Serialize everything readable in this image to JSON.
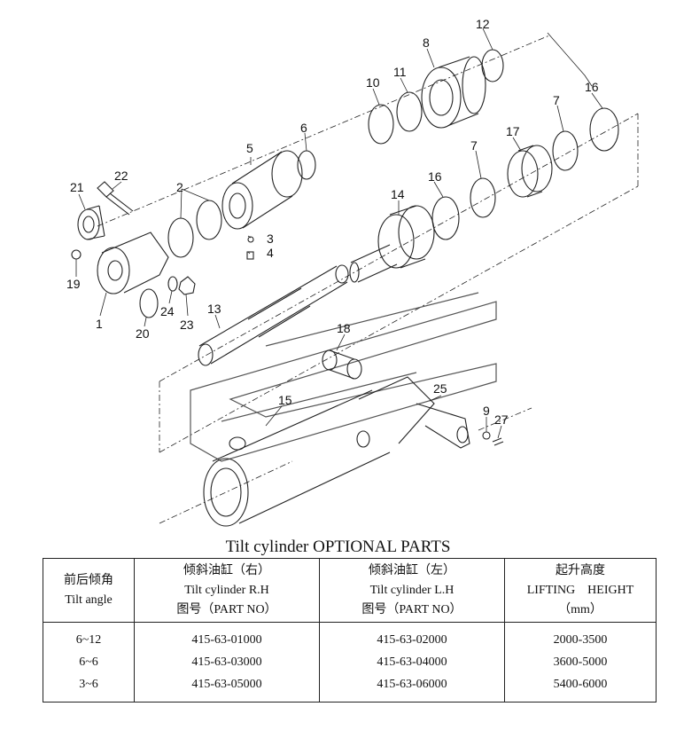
{
  "callouts": {
    "c1": "1",
    "c2": "2",
    "c3": "3",
    "c4": "4",
    "c5": "5",
    "c6": "6",
    "c7": "7",
    "c8": "8",
    "c9": "9",
    "c10": "10",
    "c11": "11",
    "c12": "12",
    "c13": "13",
    "c14": "14",
    "c15": "15",
    "c16": "16",
    "c17": "17",
    "c18": "18",
    "c19": "19",
    "c20": "20",
    "c21": "21",
    "c22": "22",
    "c23": "23",
    "c24": "24",
    "c25": "25",
    "c27": "27"
  },
  "title": "Tilt cylinder OPTIONAL PARTS",
  "table": {
    "header": {
      "col1_cn": "前后倾角",
      "col1_en": "Tilt angle",
      "col2_cn": "倾斜油缸（右）",
      "col2_en": "Tilt cylinder R.H",
      "col2_part": "图号（PART NO）",
      "col3_cn": "倾斜油缸（左）",
      "col3_en": "Tilt cylinder L.H",
      "col3_part": "图号（PART NO）",
      "col4_cn": "起升高度",
      "col4_en": "LIFTING    HEIGHT",
      "col4_unit": "（mm）"
    },
    "rows": [
      {
        "angle": "6~12",
        "rh": "415-63-01000",
        "lh": "415-63-02000",
        "height": "2000-3500"
      },
      {
        "angle": "6~6",
        "rh": "415-63-03000",
        "lh": "415-63-04000",
        "height": "3600-5000"
      },
      {
        "angle": "3~6",
        "rh": "415-63-05000",
        "lh": "415-63-06000",
        "height": "5400-6000"
      }
    ]
  }
}
